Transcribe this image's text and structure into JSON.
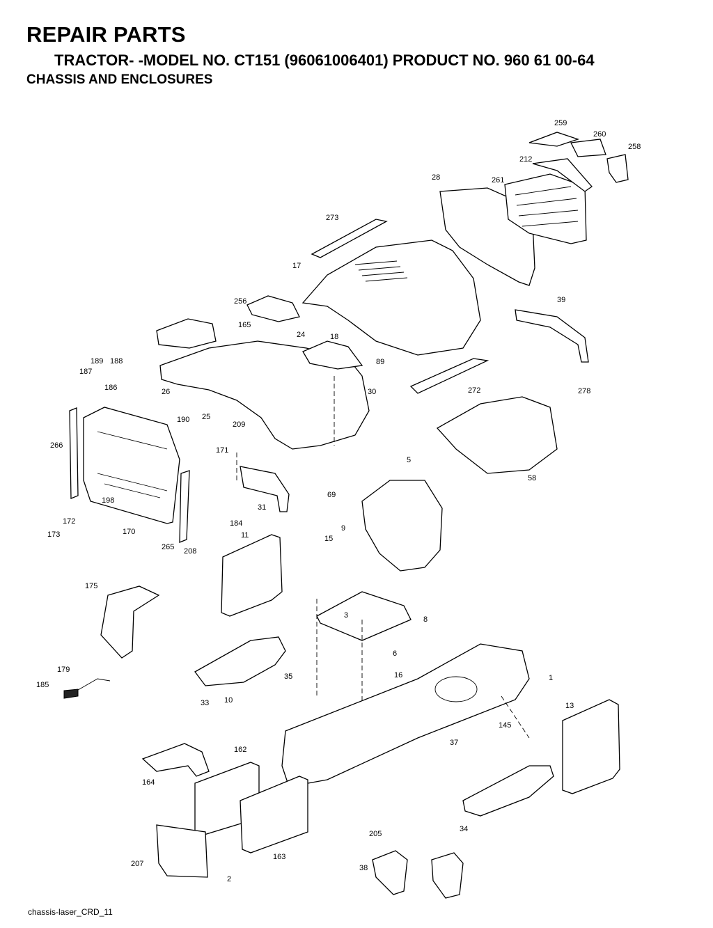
{
  "header": {
    "title": "REPAIR PARTS",
    "subtitle": "TRACTOR- -MODEL NO. CT151 (96061006401) PRODUCT NO. 960 61 00-64",
    "section": "CHASSIS AND ENCLOSURES"
  },
  "footer": {
    "file_label": "chassis-laser_CRD_11"
  },
  "callouts": [
    "259",
    "260",
    "212",
    "258",
    "28",
    "261",
    "273",
    "17",
    "256",
    "165",
    "24",
    "18",
    "89",
    "39",
    "189",
    "188",
    "187",
    "186",
    "26",
    "25",
    "30",
    "278",
    "272",
    "190",
    "266",
    "209",
    "171",
    "58",
    "5",
    "69",
    "198",
    "172",
    "173",
    "170",
    "265",
    "184",
    "31",
    "11",
    "15",
    "9",
    "208",
    "175",
    "3",
    "8",
    "6",
    "33",
    "10",
    "35",
    "179",
    "185",
    "16",
    "1",
    "13",
    "145",
    "37",
    "162",
    "164",
    "34",
    "207",
    "163",
    "205",
    "38",
    "2"
  ]
}
